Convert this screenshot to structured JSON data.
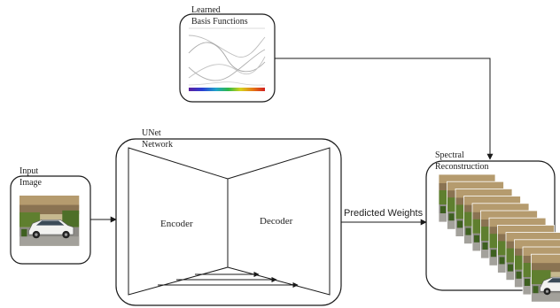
{
  "basis_box": {
    "label_line1": "Learned",
    "label_line2": "Basis Functions"
  },
  "unet_box": {
    "label_line1": "UNet",
    "label_line2": "Network",
    "encoder_label": "Encoder",
    "decoder_label": "Decoder"
  },
  "input_box": {
    "label_line1": "Input",
    "label_line2": "Image"
  },
  "output_box": {
    "label_line1": "Spectral",
    "label_line2": "Reconstruction"
  },
  "edge_label": "Predicted Weights",
  "colors": {
    "stroke": "#1a1a1a",
    "spectrum_bar": [
      "#5b1fa0",
      "#2a3fd4",
      "#1fa3c9",
      "#2fb847",
      "#d6d21d",
      "#e67a16",
      "#d11f1f"
    ],
    "car_body": "#f2f2f0",
    "grass": "#6d8f3a",
    "road": "#8d8b86"
  }
}
